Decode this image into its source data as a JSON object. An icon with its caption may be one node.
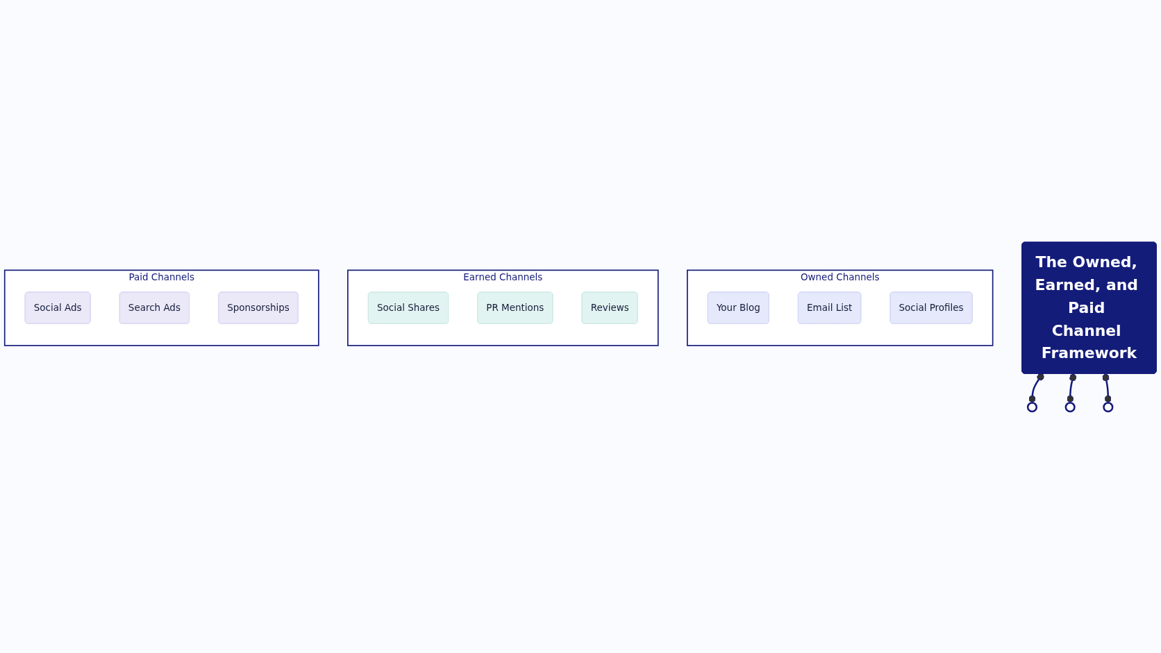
{
  "diagram": {
    "nodes": [
      {
        "text": [
          "The Owned, Earned, and Paid Channel Framework"
        ]
      },
      {
        "text": [],
        "shape": "circle"
      },
      {
        "text": [
          "Owned Channels"
        ]
      },
      {
        "text": [
          "Your Blog"
        ],
        "in": 2
      },
      {
        "text": [
          "Email List"
        ],
        "in": 2
      },
      {
        "text": [
          "Social Profiles"
        ],
        "in": 2
      },
      {
        "text": [],
        "shape": "circle"
      },
      {
        "text": [
          "Earned Channels"
        ]
      },
      {
        "text": [
          "Social Shares"
        ],
        "in": 7
      },
      {
        "text": [
          "PR Mentions"
        ],
        "in": 7
      },
      {
        "text": [
          "Reviews"
        ],
        "in": 7
      },
      {
        "text": [],
        "shape": "circle"
      },
      {
        "text": [
          "Paid Channels"
        ]
      },
      {
        "text": [
          "Social Ads"
        ],
        "in": 12
      },
      {
        "text": [
          "Search Ads"
        ],
        "in": 12
      },
      {
        "text": [
          "Sponsorships"
        ],
        "in": 12
      }
    ],
    "edges": [
      {
        "from": 0,
        "to": 1,
        "arrow": "other"
      },
      {
        "from": 0,
        "to": 6,
        "arrow": "other"
      },
      {
        "from": 0,
        "to": 11,
        "arrow": "other"
      }
    ]
  }
}
